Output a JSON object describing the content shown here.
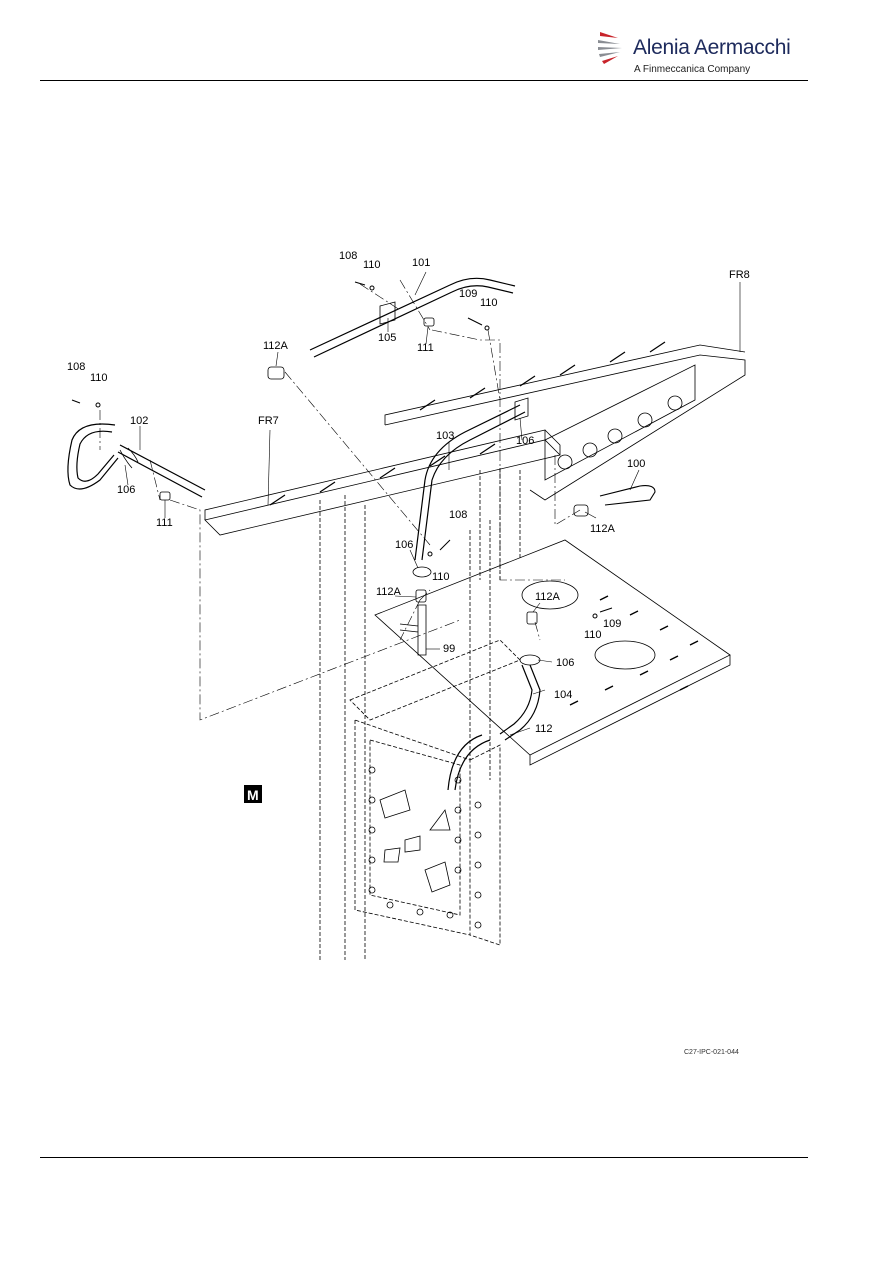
{
  "header": {
    "brand": "Alenia Aermacchi",
    "subtitle": "A Finmeccanica Company",
    "logo": "alenia-swoosh-logo"
  },
  "figure": {
    "code": "C27-IPC-021-044",
    "marker": "M",
    "callouts": {
      "c99": "99",
      "c100": "100",
      "c101": "101",
      "c102": "102",
      "c103": "103",
      "c104": "104",
      "c105": "105",
      "c106a": "106",
      "c106b": "106",
      "c106c": "106",
      "c106d": "106",
      "c108a": "108",
      "c108b": "108",
      "c108c": "108",
      "c109a": "109",
      "c109b": "109",
      "c110a": "110",
      "c110b": "110",
      "c110c": "110",
      "c110d": "110",
      "c110e": "110",
      "c111a": "111",
      "c111b": "111",
      "c112": "112",
      "c112Aa": "112A",
      "c112Ab": "112A",
      "c112Ac": "112A",
      "c112Ad": "112A",
      "fr7": "FR7",
      "fr8": "FR8"
    }
  },
  "colors": {
    "brand_text": "#1d2a5c",
    "logo_red": "#c8242b",
    "logo_grey": "#8a8d93",
    "line": "#000000"
  }
}
